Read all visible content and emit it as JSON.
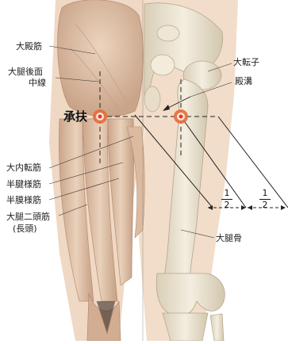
{
  "labels": {
    "gluteus_maximus": "大殿筋",
    "posterior_midline_line1": "大腿後面",
    "posterior_midline_line2": "中線",
    "acupoint_name": "承扶",
    "greater_trochanter": "大転子",
    "gluteal_fold": "殿溝",
    "adductor_magnus": "大内転筋",
    "semitendinosus": "半腱様筋",
    "semimembranosus": "半膜様筋",
    "biceps_femoris_line1": "大腿二頭筋",
    "biceps_femoris_line2": "(長頭)",
    "femur": "大腿骨"
  },
  "fractions": [
    {
      "numerator": "1",
      "denominator": "2"
    },
    {
      "numerator": "1",
      "denominator": "2"
    }
  ],
  "colors": {
    "skin": "#f2dcc8",
    "muscle": "#e3c3a8",
    "bone": "#efe8d8",
    "bone_shade": "#d7cdb6",
    "acupoint_outer": "#e86a3c",
    "acupoint_inner": "#fbe6dc"
  }
}
